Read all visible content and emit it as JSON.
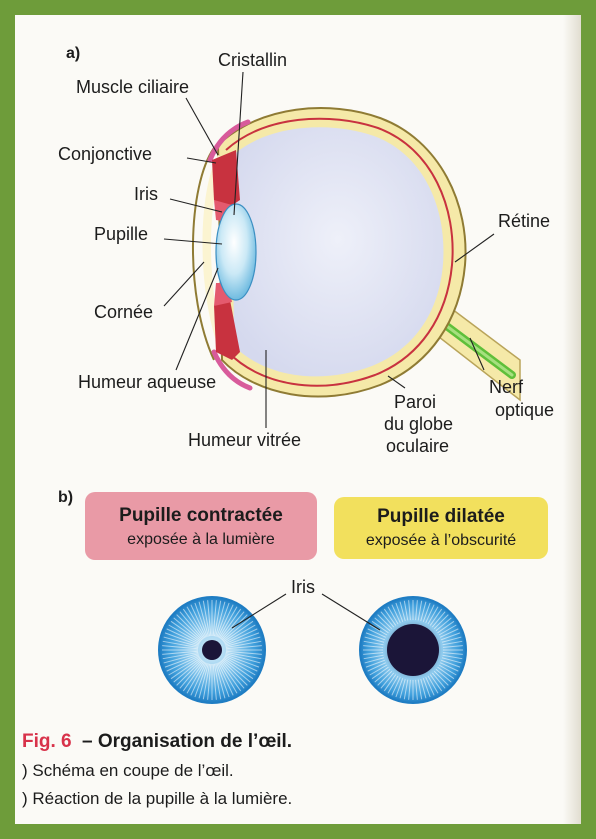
{
  "diagram_a": {
    "section_label": "a)",
    "labels": {
      "cristallin": "Cristallin",
      "muscle_ciliaire": "Muscle ciliaire",
      "conjonctive": "Conjonctive",
      "iris": "Iris",
      "pupille": "Pupille",
      "cornee": "Cornée",
      "humeur_aqueuse": "Humeur aqueuse",
      "humeur_vitree": "Humeur vitrée",
      "retine": "Rétine",
      "nerf_line1": "Nerf",
      "nerf_line2": "optique",
      "paroi_line1": "Paroi",
      "paroi_line2": "du globe",
      "paroi_line3": "oculaire"
    }
  },
  "diagram_b": {
    "section_label": "b)",
    "box_contracted": {
      "title": "Pupille contractée",
      "subtitle": "exposée à la lumière",
      "color": "#e99aa6"
    },
    "box_dilated": {
      "title": "Pupille dilatée",
      "subtitle": "exposée à l’obscurité",
      "color": "#f2e05d"
    },
    "iris_label": "Iris"
  },
  "caption": {
    "fig_label": "Fig. 6",
    "title": "– Organisation de l’œil.",
    "line_a": ") Schéma en coupe de l’œil.",
    "line_b": ") Réaction de la pupille à la lumière."
  },
  "colors": {
    "frame": "#6e9c3a",
    "eye_interior": "#dfe2f1",
    "sclera": "#f5e9a8",
    "retina_red": "#c8323f",
    "iris_pink": "#e45a6e",
    "lens": "#b7dff1",
    "nerve_green": "#5fbf3a",
    "iris_blue": "#2b8fd3"
  }
}
